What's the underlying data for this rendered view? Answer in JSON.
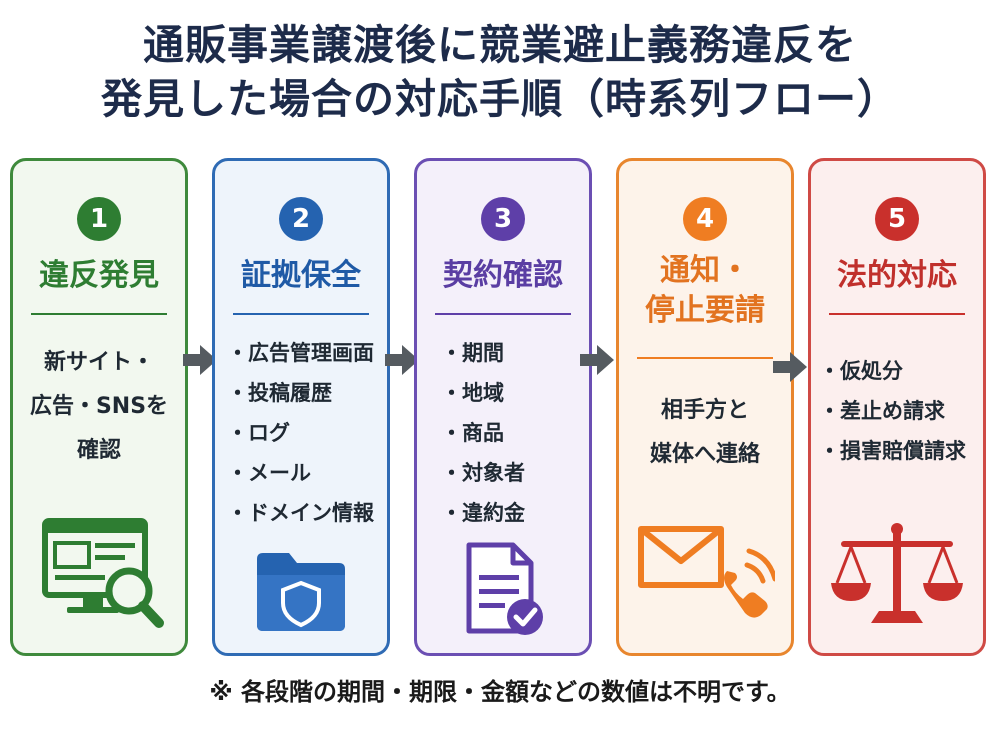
{
  "title": {
    "line1": "通販事業譲渡後に競業避止義務違反を",
    "line2": "発見した場合の対応手順（時系列フロー）"
  },
  "steps": [
    {
      "number": "1",
      "title": "違反発見",
      "desc": [
        "新サイト・",
        "広告・SNSを",
        "確認"
      ],
      "icon": "monitor-magnifier-icon",
      "color": "#2e7d32"
    },
    {
      "number": "2",
      "title": "証拠保全",
      "items": [
        "・広告管理画面",
        "・投稿履歴",
        "・ログ",
        "・メール",
        "・ドメイン情報"
      ],
      "icon": "folder-shield-icon",
      "color": "#2563b0"
    },
    {
      "number": "3",
      "title": "契約確認",
      "items": [
        "・期間",
        "・地域",
        "・商品",
        "・対象者",
        "・違約金"
      ],
      "icon": "document-check-icon",
      "color": "#5e3fa8"
    },
    {
      "number": "4",
      "title_lines": [
        "通知・",
        "停止要請"
      ],
      "desc": [
        "相手方と",
        "媒体へ連絡"
      ],
      "icon": "envelope-phone-icon",
      "color": "#ef7d22"
    },
    {
      "number": "5",
      "title": "法的対応",
      "items": [
        "・仮処分",
        "・差止め請求",
        "・損害賠償請求"
      ],
      "icon": "scales-icon",
      "color": "#c9302c"
    }
  ],
  "note": "※ 各段階の期間・期限・金額などの数値は不明です。"
}
